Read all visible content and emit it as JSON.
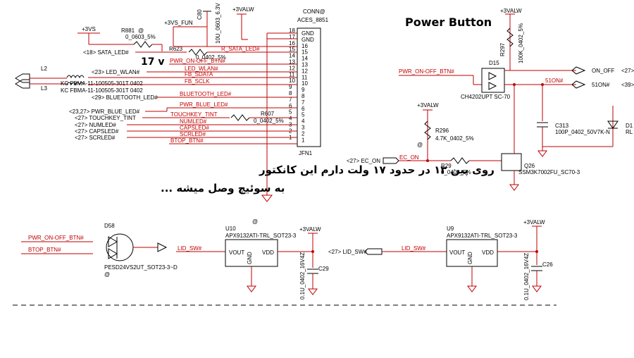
{
  "colors": {
    "wire": "#c00000",
    "ink": "#000000",
    "net": "#1a4fd0"
  },
  "annotations": {
    "voltage_note": "17 v",
    "power_button_title": "Power Button",
    "persian_line1": "روی پین ۱۳ در حدود ۱۷ ولت دارم این کانکتور",
    "persian_line2": "به سوئیچ وصل میشه ..."
  },
  "connector": {
    "ref": "JFN1",
    "part": "CONN@",
    "model": "ACES_8851",
    "pins": [
      {
        "num": "18",
        "name": "GND"
      },
      {
        "num": "17",
        "name": "GND"
      },
      {
        "num": "16",
        "name": "16"
      },
      {
        "num": "15",
        "name": "15"
      },
      {
        "num": "14",
        "name": "14"
      },
      {
        "num": "13",
        "name": "13"
      },
      {
        "num": "12",
        "name": "12"
      },
      {
        "num": "11",
        "name": "11"
      },
      {
        "num": "10",
        "name": "10"
      },
      {
        "num": "9",
        "name": "9"
      },
      {
        "num": "8",
        "name": "8"
      },
      {
        "num": "7",
        "name": "7"
      },
      {
        "num": "6",
        "name": "6"
      },
      {
        "num": "5",
        "name": "5"
      },
      {
        "num": "4",
        "name": "4"
      },
      {
        "num": "3",
        "name": "3"
      },
      {
        "num": "2",
        "name": "2"
      },
      {
        "num": "1",
        "name": "1"
      }
    ]
  },
  "left_nets": {
    "p3vs": "+3VS",
    "r881": "R881",
    "r881_at": "@",
    "r881_val": "0_0603_5%",
    "sata_led": "<18> SATA_LED#",
    "r623": "R623",
    "r623_val": "0_0402_5%",
    "r_sata_led": "R_SATA_LED#",
    "p3vs_fun": "+3VS_FUN",
    "c80": "C80",
    "c80_val": "10U_0603_6.3V",
    "p3valw": "+3VALW",
    "pwr_on_off": "PWR_ON-OFF_BTN#",
    "led_wlan_in": "<23>  LED_WLAN#",
    "led_wlan": "LED_WLAN#",
    "fb_sdata": "FB_SDATA",
    "fb_sclk": "FB_SCLK",
    "l2": "L2",
    "l3": "L3",
    "kc1": "KC FBMA-11-100505-301T 0402",
    "kc2": "KC FBMA-11-100505-301T 0402",
    "bt_in": "<29>  BLUETOOTH_LED#",
    "bt": "BLUETOOTH_LED#",
    "pwr_blue_in": "<23,27>  PWR_BLUE_LED#",
    "pwr_blue": "PWR_BLUE_LED#",
    "tk_in": "<27>  TOUCHKEY_TINT",
    "tk": "TOUCHKEY_TINT",
    "r607": "R607",
    "r607_val": "0_0402_5%",
    "num_in": "<27>  NUMLED#",
    "num": "NUMLED#",
    "caps_in": "<27>  CAPSLED#",
    "caps": "CAPSLED#",
    "scr_in": "<27>  SCRLED#",
    "scr": "SCRLED#",
    "btop": "BTOP_BTN#"
  },
  "power_button": {
    "p3valw": "+3VALW",
    "r297": "R297",
    "r297_val": "100K_0402_5%",
    "pwr_on_off": "PWR_ON-OFF_BTN#",
    "d15": "D15",
    "d15_part": "CH4202UPT SC-70",
    "on_off": "ON_OFF",
    "on_off_ref": "<27>",
    "net_51on": "51ON#",
    "out_51on": "51ON#",
    "out_51on_ref": "<39>",
    "c313": "C313",
    "c313_val": "100P_0402_50V7K-N",
    "d1": "D1",
    "d1_part": "RL",
    "p3valw2": "+3VALW",
    "r296": "R296",
    "r296_val": "4.7K_0402_5%",
    "at": "@",
    "ec_on_in": "<27>  EC_ON",
    "ec_on": "EC_ON",
    "r29": "R29",
    "r29_val": "0_0402_5%",
    "q26": "Q26",
    "q26_part": "SSM3K7002FU_SC70-3"
  },
  "bottom": {
    "pwr_on_off": "PWR_ON-OFF_BTN#",
    "btop": "BTOP_BTN#",
    "d58": "D58",
    "d58_part": "PESD24VS2UT_SOT23-3~D",
    "d58_at": "@",
    "lid_sw_left": "LID_SW#",
    "u10": "U10",
    "u10_at": "@",
    "u10_part": "APX9132ATI-TRL_SOT23-3",
    "vout": "VOUT",
    "vdd": "VDD",
    "gnd": "GND",
    "p3valw_a": "+3VALW",
    "c29": "C29",
    "c29_val": "0.1U_0402_16V4Z",
    "lid_in": "<27>  LID_SW#",
    "lid_sw_right": "LID_SW#",
    "u9": "U9",
    "u9_part": "APX9132ATI-TRL_SOT23-3",
    "vout2": "VOUT",
    "vdd2": "VDD",
    "gnd2": "GND",
    "p3valw_b": "+3VALW",
    "c26": "C26",
    "c26_val": "0.1U_0402_16V4Z"
  }
}
